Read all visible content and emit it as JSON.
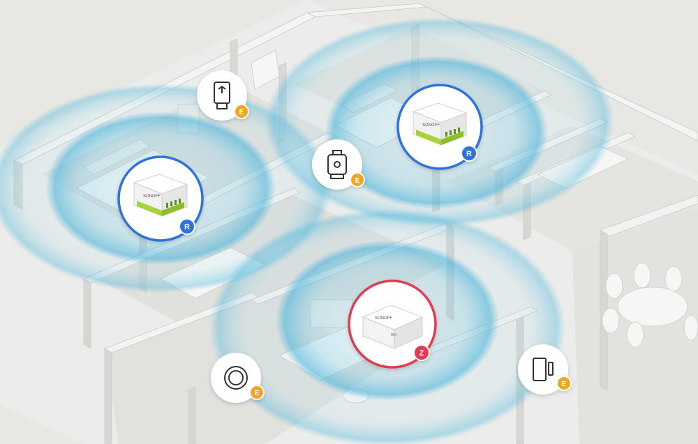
{
  "scene": {
    "description_free": true
  },
  "colors": {
    "floor": "#e9e9e6",
    "wall_top": "#f3f3f1",
    "wall_side": "#d6d6d3",
    "signal": "#4fb8dc",
    "router_ring": "#2f73d9",
    "zigbee_ring": "#e23a52",
    "router_badge": "#2f73d9",
    "zigbee_badge": "#e23a52",
    "enddevice_badge": "#f0a623",
    "relay_green": "#a6d33a"
  },
  "devices": {
    "relay_left": {
      "brand": "SONOFF",
      "badge_letter": "R",
      "icon": "mini-relay-icon"
    },
    "relay_right": {
      "brand": "SONOFF",
      "badge_letter": "R",
      "icon": "mini-relay-icon"
    },
    "gateway": {
      "brand": "SONOFF",
      "badge_letter": "Z",
      "icon": "zigbee-bridge-icon"
    },
    "end_devices": [
      {
        "icon": "radiator-valve-icon",
        "badge_letter": "E"
      },
      {
        "icon": "smart-plug-icon",
        "badge_letter": "E"
      },
      {
        "icon": "wireless-button-icon",
        "badge_letter": "E"
      },
      {
        "icon": "door-sensor-icon",
        "badge_letter": "E"
      }
    ]
  }
}
